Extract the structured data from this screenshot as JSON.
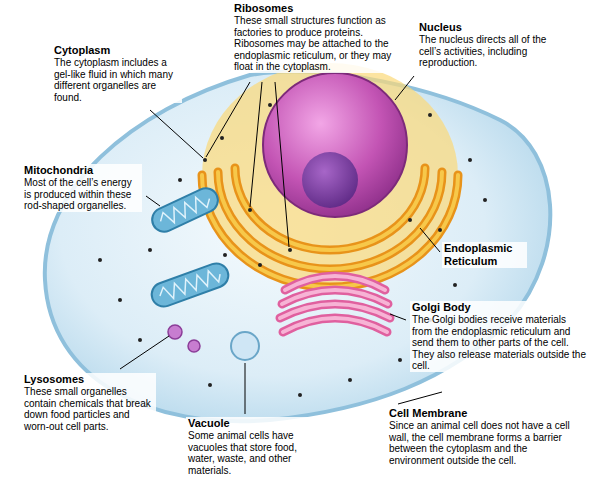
{
  "diagram": {
    "labels": [
      "Ribosomes",
      "These small structures function as factories to produce proteins. Ribosomes may be attached to the endoplasmic reticulum, or they may float in the cytoplasm.",
      "Cytoplasm",
      "The cytoplasm includes a gel-like fluid in which many different organelles are found.",
      "Nucleus",
      "The nucleus directs all of the cell’s activities, including reproduction.",
      "Mitochondria",
      "Most of the cell’s energy is produced within these rod-shaped organelles.",
      "Endoplasmic Reticulum",
      "Golgi Body",
      "The Golgi bodies receive materials from the endoplasmic reticulum and send them to other parts of the cell. They also release materials outside the cell.",
      "Lysosomes",
      "These small organelles contain chemicals that break down food particles and worn-out cell parts.",
      "Vacuole",
      "Some animal cells have vacuoles that store food, water, waste, and other materials.",
      "Cell Membrane",
      "Since an animal cell does not have a cell wall, the cell membrane forms a barrier between the cytoplasm and the environment outside the cell."
    ]
  }
}
